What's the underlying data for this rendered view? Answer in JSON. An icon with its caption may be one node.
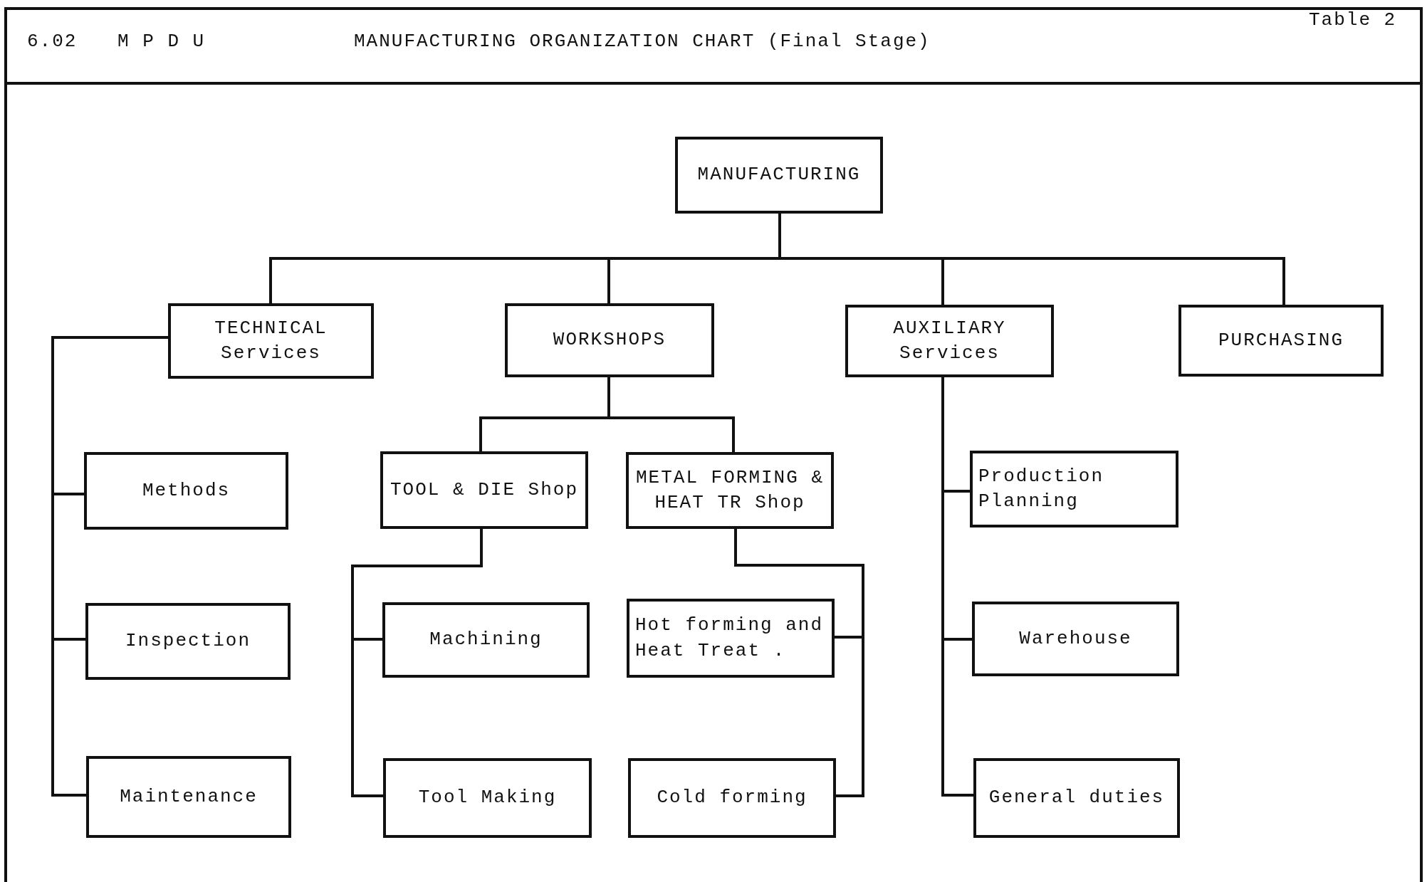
{
  "diagram": {
    "title": "MANUFACTURING ORGANIZATION CHART (Final Stage)",
    "nodes": [
      {
        "text": [
          "MANUFACTURING"
        ]
      },
      {
        "text": [
          "TECHNICAL Services"
        ]
      },
      {
        "text": [
          "WORKSHOPS"
        ]
      },
      {
        "text": [
          "AUXILIARY Services"
        ]
      },
      {
        "text": [
          "PURCHASING"
        ]
      },
      {
        "text": [
          "Methods"
        ]
      },
      {
        "text": [
          "Inspection"
        ]
      },
      {
        "text": [
          "Maintenance"
        ]
      },
      {
        "text": [
          "TOOL & DIE Shop"
        ]
      },
      {
        "text": [
          "METAL FORMING & HEAT TR Shop"
        ]
      },
      {
        "text": [
          "Machining"
        ]
      },
      {
        "text": [
          "Tool Making"
        ]
      },
      {
        "text": [
          "Hot forming and Heat Treat ."
        ]
      },
      {
        "text": [
          "Cold forming"
        ]
      },
      {
        "text": [
          "Production Planning"
        ]
      },
      {
        "text": [
          "Warehouse"
        ]
      },
      {
        "text": [
          "General duties"
        ]
      }
    ],
    "edges": [
      {
        "from": 0,
        "to": 1,
        "arrow": "none"
      },
      {
        "from": 0,
        "to": 2,
        "arrow": "none"
      },
      {
        "from": 0,
        "to": 3,
        "arrow": "none"
      },
      {
        "from": 0,
        "to": 4,
        "arrow": "none"
      },
      {
        "from": 1,
        "to": 5,
        "arrow": "none"
      },
      {
        "from": 1,
        "to": 6,
        "arrow": "none"
      },
      {
        "from": 1,
        "to": 7,
        "arrow": "none"
      },
      {
        "from": 2,
        "to": 8,
        "arrow": "none"
      },
      {
        "from": 2,
        "to": 9,
        "arrow": "none"
      },
      {
        "from": 8,
        "to": 10,
        "arrow": "none"
      },
      {
        "from": 8,
        "to": 11,
        "arrow": "none"
      },
      {
        "from": 9,
        "to": 12,
        "arrow": "none"
      },
      {
        "from": 9,
        "to": 13,
        "arrow": "none"
      },
      {
        "from": 3,
        "to": 14,
        "arrow": "none"
      },
      {
        "from": 3,
        "to": 15,
        "arrow": "none"
      },
      {
        "from": 3,
        "to": 16,
        "arrow": "none"
      }
    ],
    "labels": [
      "6.02",
      "M P D U",
      "Table 2"
    ]
  }
}
